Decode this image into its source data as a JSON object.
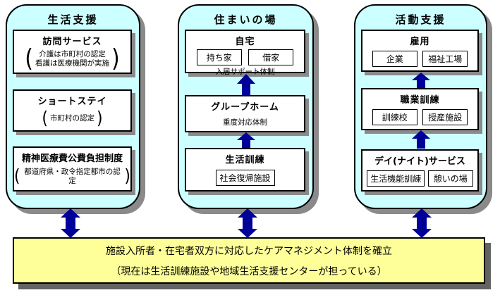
{
  "brackets": {
    "open": "(",
    "close": ")"
  },
  "columns": [
    {
      "title": "生活支援",
      "boxes": [
        {
          "title": "訪問サービス",
          "note_lines": [
            "介護は市町村の認定",
            "看護は医療機関が実施"
          ]
        },
        {
          "title": "ショートステイ",
          "note_lines": [
            "市町村の認定"
          ]
        },
        {
          "title": "精神医療費公費負担制度",
          "note_lines": [
            "都道府県・政令指定都市の認定"
          ]
        }
      ]
    },
    {
      "title": "住まいの場",
      "boxes": [
        {
          "title": "自宅",
          "chips": [
            "持ち家",
            "借家"
          ],
          "caption": "入居サポート体制"
        },
        {
          "title": "グループホーム",
          "caption": "重度対応体制"
        },
        {
          "title": "生活訓練",
          "chips": [
            "社会復帰施設"
          ]
        }
      ]
    },
    {
      "title": "活動支援",
      "boxes": [
        {
          "title": "雇用",
          "chips": [
            "企業",
            "福祉工場"
          ]
        },
        {
          "title": "職業訓練",
          "chips": [
            "訓練校",
            "授産施設"
          ]
        },
        {
          "title": "デイ(ナイト)サービス",
          "chips": [
            "生活機能訓練",
            "憩いの場"
          ]
        }
      ]
    }
  ],
  "bottom_box": {
    "line1": "施設入所者・在宅者双方に対応したケアマネジメント体制を確立",
    "line2": "（現在は生活訓練施設や地域生活支援センターが担っている）"
  },
  "colors": {
    "panel_fill": "#CCFFFF",
    "arrow": "#000099",
    "summary_fill": "#FFFF99",
    "shadow": "#8a8a8a"
  }
}
